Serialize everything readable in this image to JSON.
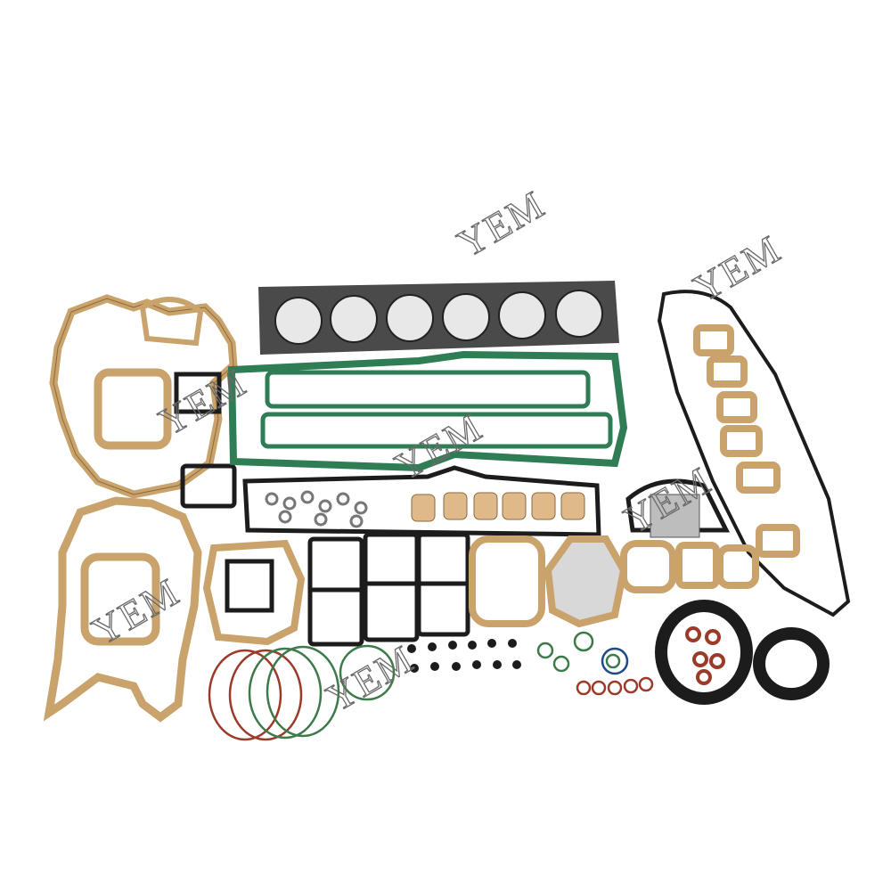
{
  "image": {
    "subject": "engine-overhaul-gasket-kit",
    "background_color": "#ffffff",
    "colors": {
      "tan_gasket": "#c9a36b",
      "tan_outline": "#8a6a3c",
      "green_gasket": "#2f7d55",
      "black_rubber": "#1c1c1c",
      "head_gasket": "#4a4a4a",
      "red_oring": "#9c3a2a",
      "green_oring": "#3d7a4a"
    }
  },
  "watermark": {
    "text": "YEM",
    "count": 7
  }
}
